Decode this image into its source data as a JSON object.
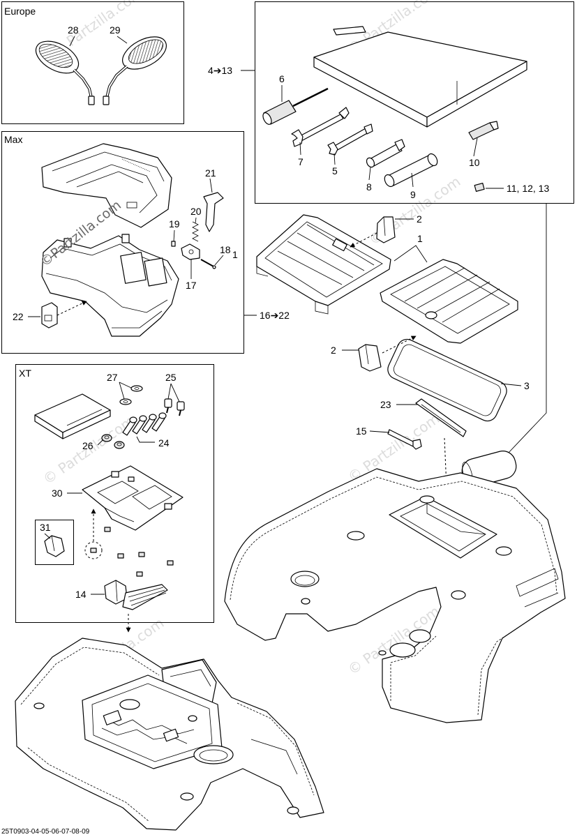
{
  "watermark": "© Partzilla.com",
  "watermark_alt": "©Partzilla.com",
  "diagram_code": "25T0903-04-05-06-07-08-09",
  "panels": {
    "europe": {
      "title": "Europe",
      "callouts": {
        "a": "28",
        "b": "29"
      }
    },
    "max": {
      "title": "Max",
      "callouts": {
        "a": "21",
        "b": "20",
        "c": "19",
        "d": "18",
        "d_suffix": "1",
        "e": "17",
        "f": "22"
      }
    },
    "toolkit": {
      "callouts": {
        "a": "6",
        "b": "7",
        "c": "5",
        "d": "8",
        "e": "9",
        "f": "10",
        "g": "11, 12, 13"
      }
    },
    "xt": {
      "title": "XT",
      "callouts": {
        "a": "27",
        "b": "25",
        "c": "26",
        "d": "24",
        "e": "30",
        "f": "31",
        "g": "14"
      }
    }
  },
  "callouts": {
    "group_max": "16➔22",
    "group_toolkit": "4➔13",
    "clip_top": "2",
    "rack": "1",
    "clip_mid": "2",
    "gasket": "3",
    "strap": "23",
    "key": "15"
  }
}
